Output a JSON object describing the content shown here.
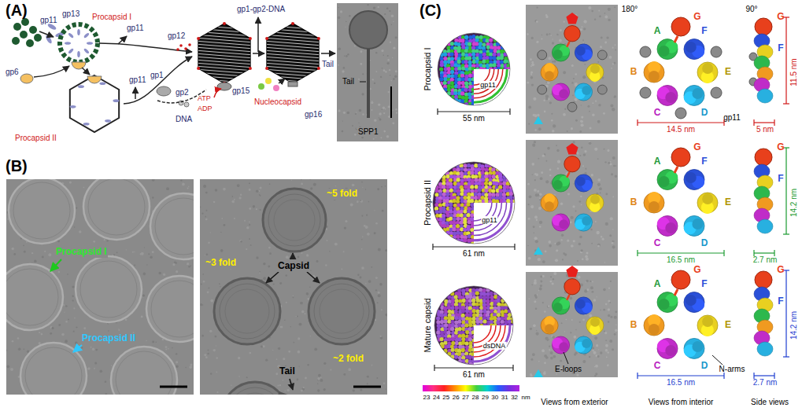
{
  "diagram": {
    "nodes": [
      {
        "text": [
          "Tail",
          "SPP1"
        ]
      },
      {
        "text": [
          "Procapsid I",
          "Procapsid II"
        ]
      },
      {
        "text": [
          "~5 fold",
          "Capsid",
          "~3 fold",
          "~2 fold",
          "Tail"
        ]
      }
    ],
    "labels": [
      "(A)",
      "gp11",
      "gp13",
      "Procapsid I",
      "gp6",
      "gp11",
      "Procapsid II",
      "gp11",
      "gp12",
      "gp1",
      "gp2",
      "DNA",
      "ATP",
      "ADP",
      "gp1-gp2-DNA",
      "gp15",
      "Nucleocapsid",
      "gp16",
      "Tail",
      "(B)",
      "(C)",
      "Procapsid I",
      "gp11",
      "55 nm",
      "Procapsid II",
      "61 nm",
      "gp11",
      "Mature capsid",
      "61 nm",
      "dsDNA",
      "23",
      "24",
      "25",
      "26",
      "27",
      "28",
      "29",
      "30",
      "31",
      "32",
      "nm",
      "Views from exterior",
      "Views from interior",
      "Side views",
      "180°",
      "90°",
      "G",
      "A",
      "B",
      "C",
      "D",
      "E",
      "F",
      "14.5 nm",
      "gp11",
      "11.5 nm",
      "5 nm",
      "G",
      "F",
      "G",
      "A",
      "B",
      "C",
      "D",
      "E",
      "F",
      "16.5 nm",
      "14.2 nm",
      "2.7 nm",
      "G",
      "F",
      "G",
      "A",
      "B",
      "C",
      "D",
      "E",
      "F",
      "E-loops",
      "N-arms",
      "16.5 nm",
      "14.2 nm",
      "2.7 nm",
      "G",
      "F"
    ]
  }
}
